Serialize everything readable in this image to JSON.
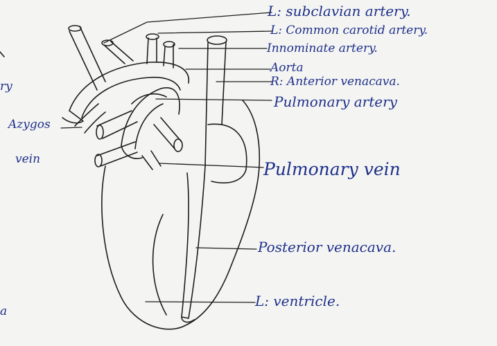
{
  "colors": {
    "ink": "#1d2f8a",
    "line": "#1c1c1c",
    "paper": "#f4f4f2"
  },
  "labels": {
    "left_subclavian": "L: subclavian artery.",
    "left_common_carotid": "L: Common carotid artery.",
    "innominate": "Innominate artery.",
    "aorta": "Aorta",
    "right_anterior_venacava": "R: Anterior venacava.",
    "pulmonary_artery": "Pulmonary artery",
    "azygos": "Azygos",
    "vein": "vein",
    "pulmonary_vein": "Pulmonary vein",
    "posterior_venacava": "Posterior venacava.",
    "left_ventricle": "L: ventricle."
  },
  "edge_fragments": {
    "left_top": "ry",
    "left_bottom": "a"
  }
}
